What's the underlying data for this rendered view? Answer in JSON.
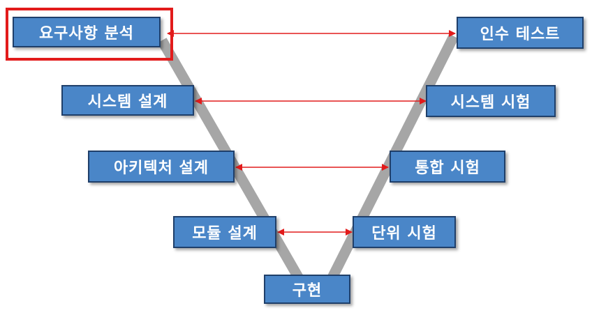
{
  "colors": {
    "box_fill": "#4a86c8",
    "box_border": "#1f3f6a",
    "box_text": "#ffffff",
    "v_path": "#a6a6a6",
    "arrow": "#e21b1b",
    "highlight": "#e21b1b"
  },
  "left": [
    {
      "id": "req",
      "label": "요구사항 분석"
    },
    {
      "id": "sys",
      "label": "시스템 설계"
    },
    {
      "id": "arch",
      "label": "아키텍처 설계"
    },
    {
      "id": "mod",
      "label": "모듈 설계"
    }
  ],
  "right": [
    {
      "id": "acc",
      "label": "인수 테스트"
    },
    {
      "id": "systest",
      "label": "시스템 시험"
    },
    {
      "id": "integ",
      "label": "통합 시험"
    },
    {
      "id": "unit",
      "label": "단위 시험"
    }
  ],
  "bottom": {
    "id": "impl",
    "label": "구현"
  },
  "highlighted": "req"
}
